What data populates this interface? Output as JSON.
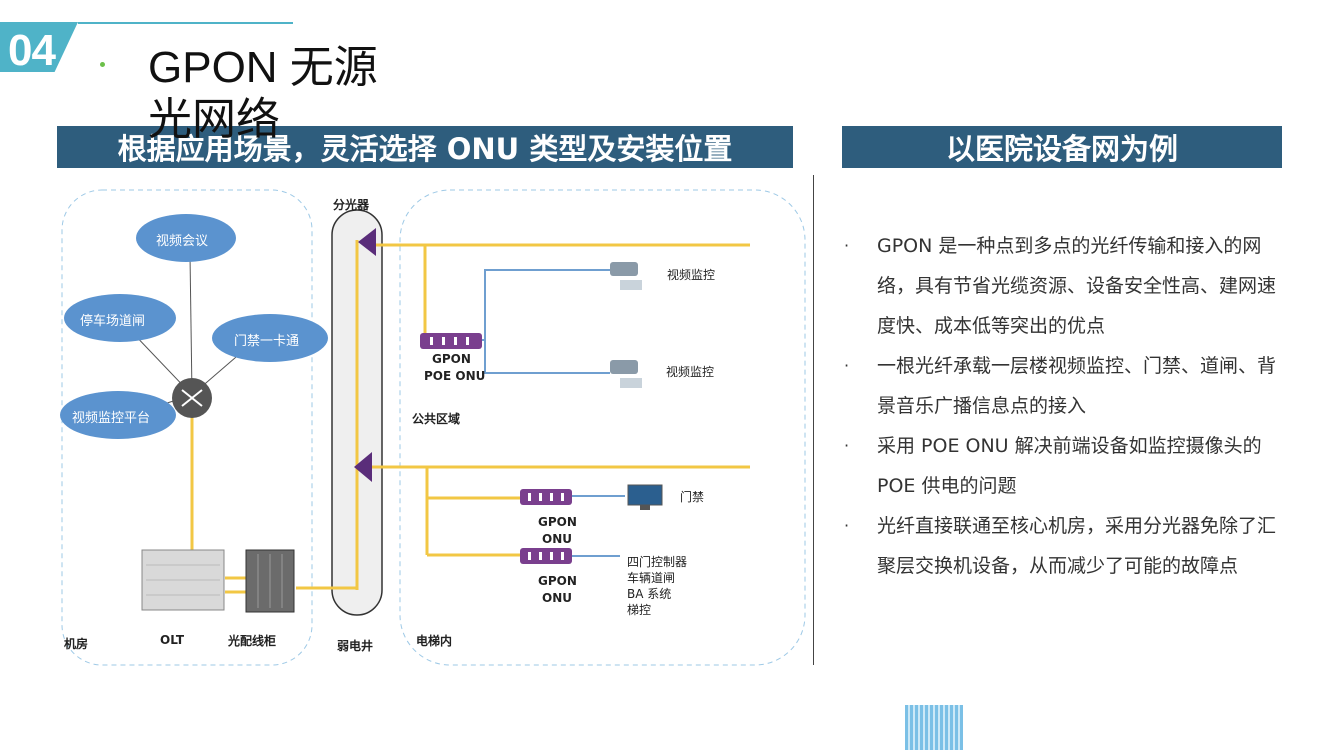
{
  "header": {
    "section_number": "04",
    "title": "GPON 无源光网络"
  },
  "banners": {
    "left": "根据应用场景，灵活选择 ONU 类型及安装位置",
    "right": "以医院设备网为例"
  },
  "diagram": {
    "clouds": [
      "视频会议",
      "停车场道闸",
      "门禁一卡通",
      "视频监控平台"
    ],
    "labels": {
      "splitter": "分光器",
      "room": "机房",
      "olt": "OLT",
      "fiber_cabinet": "光配线柜",
      "weak_well": "弱电井",
      "elevator": "电梯内",
      "public_area": "公共区域",
      "poe_onu_1": "GPON",
      "poe_onu_2": "POE ONU",
      "camera_1": "视频监控",
      "camera_2": "视频监控",
      "access_control": "门禁",
      "onu_a_1": "GPON",
      "onu_a_2": "ONU",
      "onu_b_1": "GPON",
      "onu_b_2": "ONU",
      "devices": [
        "四门控制器",
        "车辆道闸",
        "BA 系统",
        "梯控"
      ]
    },
    "colors": {
      "fiber": "#f2c744",
      "cable": "#6f9fd0",
      "onu": "#7a3f8e",
      "cloud": "#5b93cf",
      "zone_border": "#9ec9e6"
    }
  },
  "points": [
    "GPON 是一种点到多点的光纤传输和接入的网络，具有节省光缆资源、设备安全性高、建网速度快、成本低等突出的优点",
    "一根光纤承载一层楼视频监控、门禁、道闸、背景音乐广播信息点的接入",
    "采用 POE ONU 解决前端设备如监控摄像头的 POE 供电的问题",
    "光纤直接联通至核心机房，采用分光器免除了汇聚层交换机设备，从而减少了可能的故障点"
  ],
  "bullet_symbol": "·"
}
